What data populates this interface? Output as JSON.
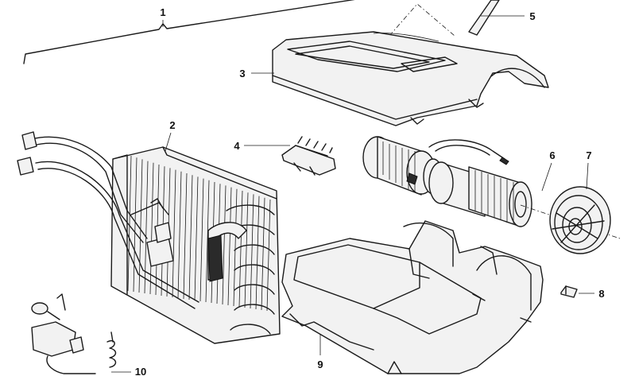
{
  "callouts": {
    "c1": "1",
    "c2": "2",
    "c3": "3",
    "c4": "4",
    "c5": "5",
    "c6": "6",
    "c7": "7",
    "c8": "8",
    "c9": "9",
    "c10": "10"
  },
  "ink_color": "#1a1a1a",
  "paper_color": "#ffffff"
}
